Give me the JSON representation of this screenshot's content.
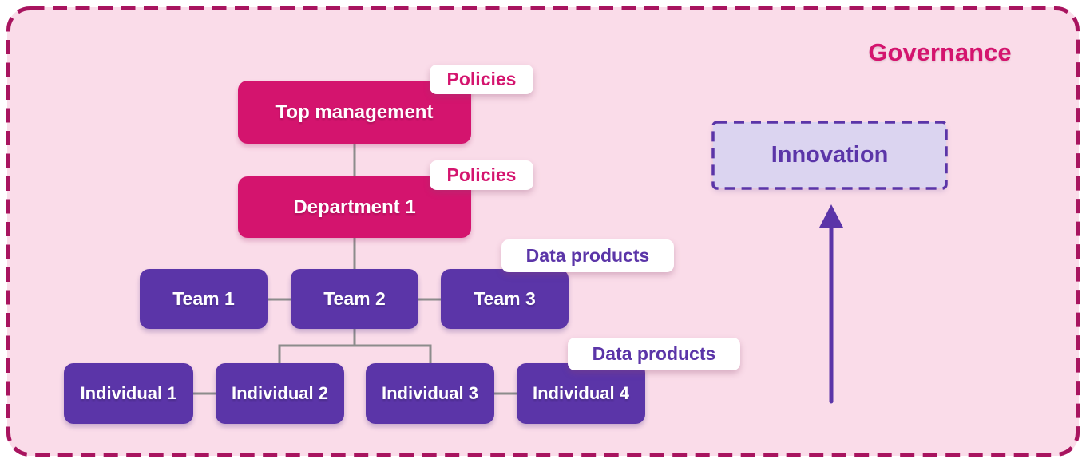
{
  "header": {
    "title": "Governance"
  },
  "org_chart": {
    "top_management": {
      "label": "Top management",
      "tag": "Policies"
    },
    "department": {
      "label": "Department 1",
      "tag": "Policies"
    },
    "teams": [
      {
        "label": "Team 1"
      },
      {
        "label": "Team 2"
      },
      {
        "label": "Team 3"
      }
    ],
    "teams_tag": "Data products",
    "individuals": [
      {
        "label": "Individual 1"
      },
      {
        "label": "Individual 2"
      },
      {
        "label": "Individual 3"
      },
      {
        "label": "Individual 4"
      }
    ],
    "individuals_tag": "Data products"
  },
  "innovation": {
    "label": "Innovation"
  },
  "colors": {
    "canvas_background": "#fadce9",
    "canvas_border": "#a8145f",
    "node_magenta": "#d4146e",
    "node_purple": "#5b35a8",
    "tag_background": "#ffffff",
    "policies_text": "#d4146e",
    "data_products_text": "#5b35a8",
    "innovation_fill": "#dbd4f0",
    "innovation_border": "#5b35a8",
    "connector_gray": "#8c8c8c",
    "arrow_purple": "#5b35a8",
    "governance_text": "#d4146e"
  }
}
